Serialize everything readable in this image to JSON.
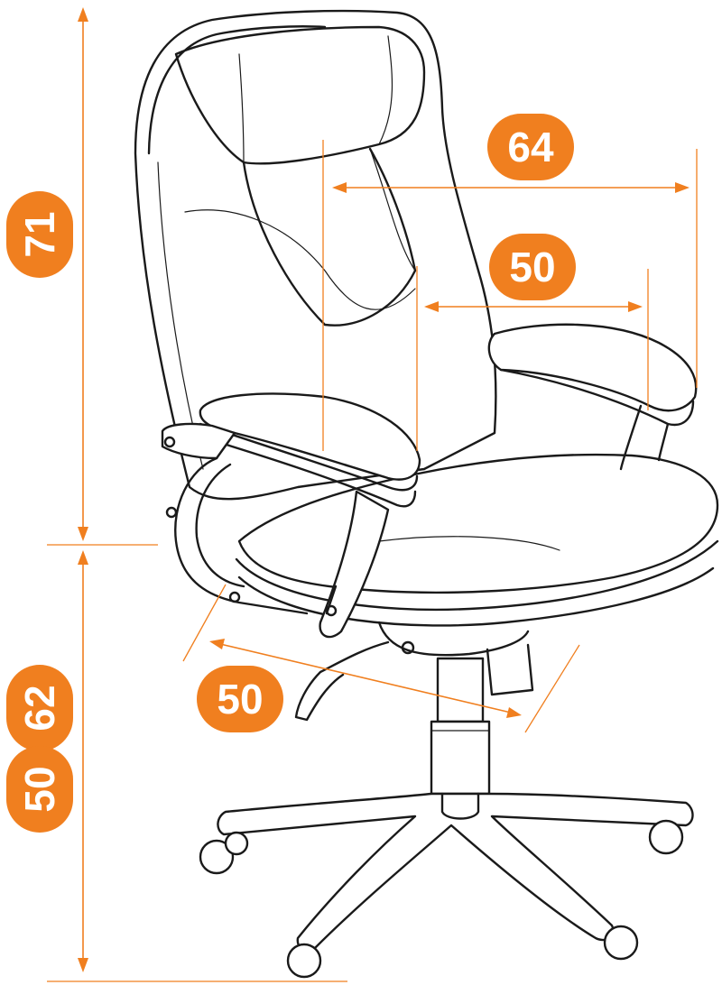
{
  "colors": {
    "accent": "#f07f1f",
    "ink": "#1a1a1a",
    "background": "#ffffff"
  },
  "dimensions": {
    "back_height": "71",
    "overall_width": "64",
    "seat_width": "50",
    "seat_depth": "50",
    "seat_height_max": "62",
    "seat_height_min": "50"
  }
}
